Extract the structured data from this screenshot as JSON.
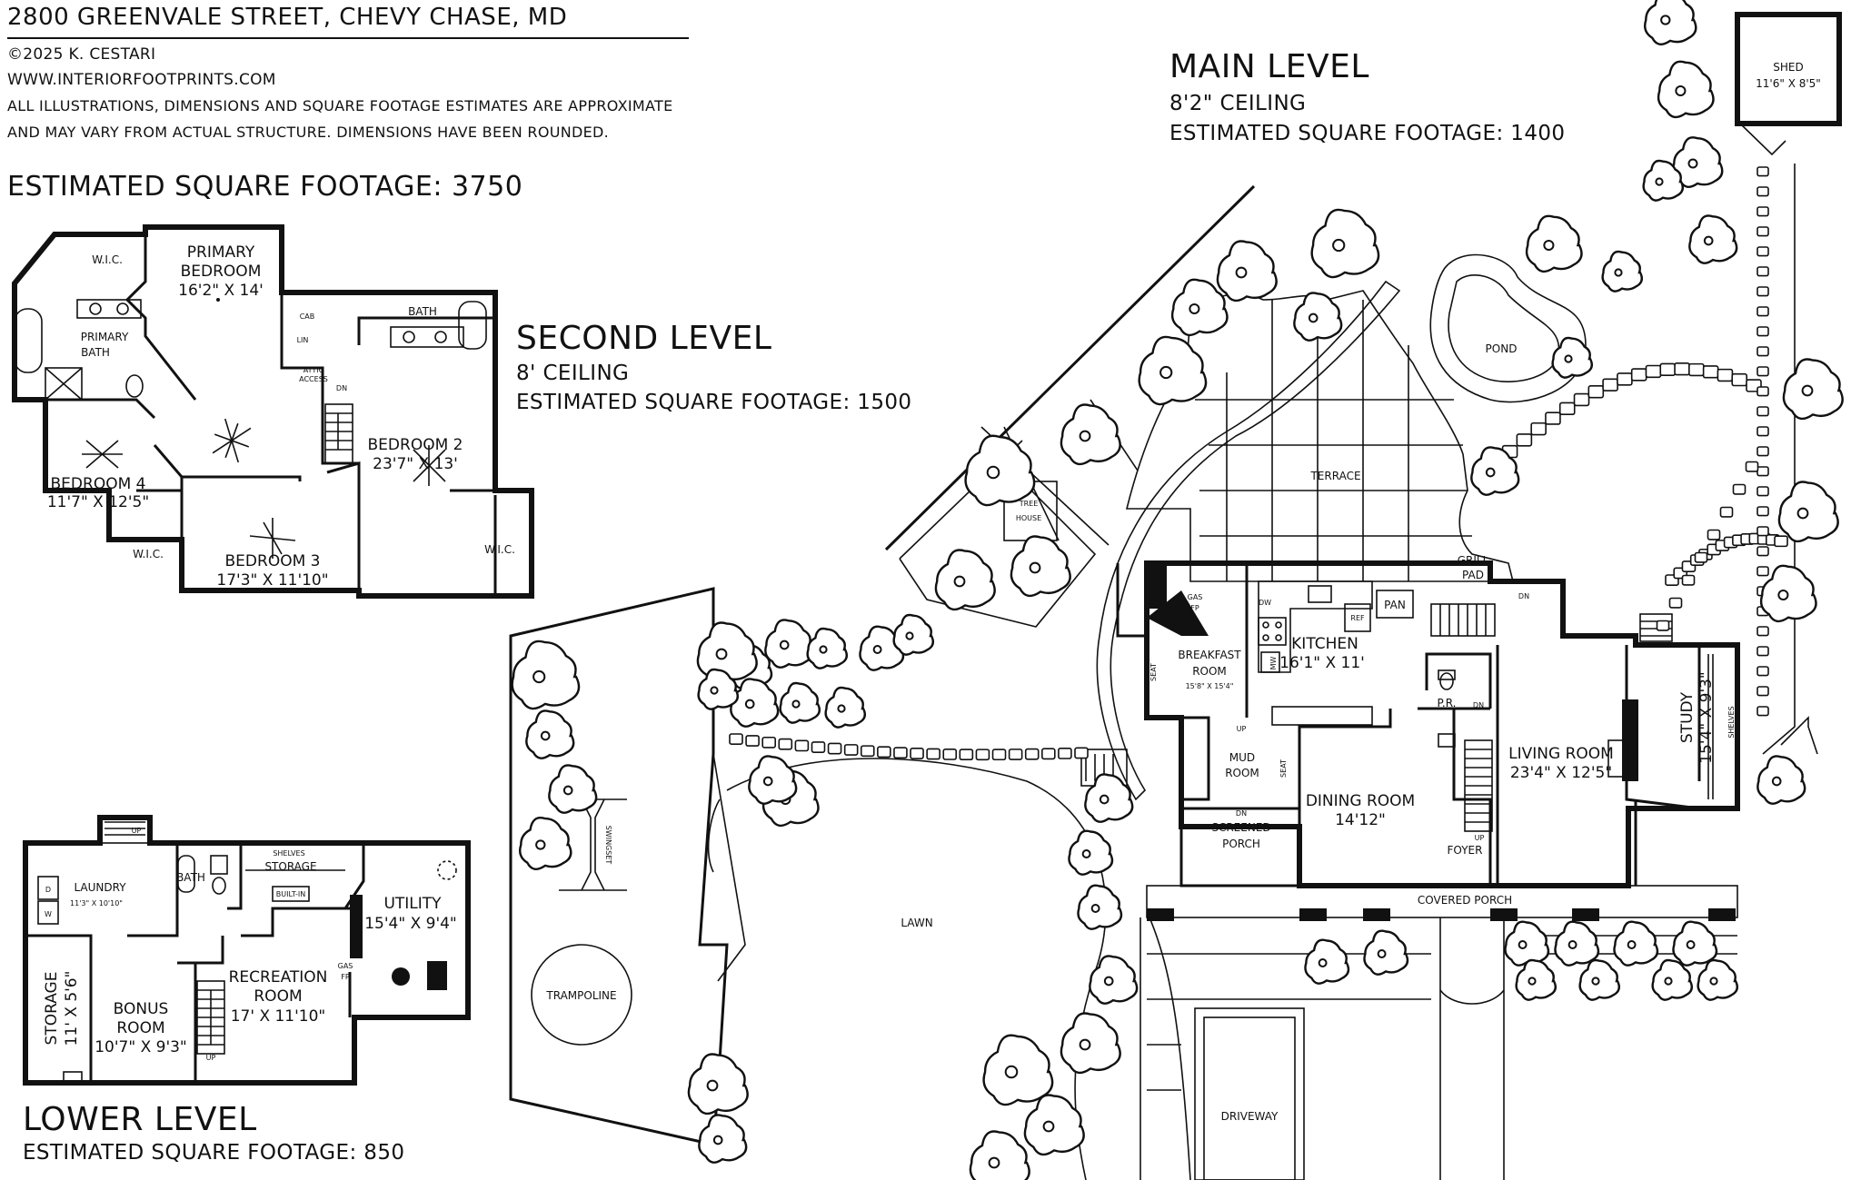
{
  "header": {
    "address": "2800 GREENVALE STREET, CHEVY CHASE, MD",
    "copyright": "©2025 K. CESTARI",
    "website": "WWW.INTERIORFOOTPRINTS.COM",
    "disclaimer_1": "ALL ILLUSTRATIONS, DIMENSIONS AND SQUARE FOOTAGE ESTIMATES ARE APPROXIMATE",
    "disclaimer_2": "AND MAY VARY FROM ACTUAL STRUCTURE. DIMENSIONS HAVE BEEN ROUNDED.",
    "total_sqft": "ESTIMATED SQUARE FOOTAGE: 3750"
  },
  "levels": {
    "main": {
      "title": "MAIN LEVEL",
      "ceiling": "8'2\" CEILING",
      "sqft": "ESTIMATED SQUARE FOOTAGE: 1400"
    },
    "second": {
      "title": "SECOND LEVEL",
      "ceiling": "8' CEILING",
      "sqft": "ESTIMATED SQUARE FOOTAGE: 1500"
    },
    "lower": {
      "title": "LOWER LEVEL",
      "sqft": "ESTIMATED SQUARE FOOTAGE: 850"
    }
  },
  "second_level_rooms": {
    "wic_primary": "W.I.C.",
    "primary_bedroom": "PRIMARY",
    "primary_bedroom_2": "BEDROOM",
    "primary_bedroom_dim": "16'2\" X 14'",
    "primary_bath": "PRIMARY",
    "primary_bath_2": "BATH",
    "bath": "BATH",
    "cab": "CAB",
    "lin": "LIN",
    "attic": "ATTIC",
    "attic_2": "ACCESS",
    "dn": "DN",
    "bedroom2": "BEDROOM 2",
    "bedroom2_dim": "23'7\" X 13'",
    "bedroom4": "BEDROOM 4",
    "bedroom4_dim": "11'7\" X 12'5\"",
    "wic_b3": "W.I.C.",
    "bedroom3": "BEDROOM 3",
    "bedroom3_dim": "17'3\" X 11'10\"",
    "wic_b2": "W.I.C."
  },
  "lower_level_rooms": {
    "up_top": "UP",
    "laundry": "LAUNDRY",
    "laundry_dim": "11'3\" X 10'10\"",
    "d": "D",
    "w": "W",
    "bath": "BATH",
    "shelves": "SHELVES",
    "storage_top": "STORAGE",
    "built_in": "BUILT-IN",
    "utility": "UTILITY",
    "utility_dim": "15'4\" X 9'4\"",
    "gas_fp": "GAS",
    "gas_fp_2": "FP",
    "recreation": "RECREATION",
    "recreation_2": "ROOM",
    "recreation_dim": "17' X 11'10\"",
    "storage_side": "STORAGE",
    "storage_side_dim": "11' X 5'6\"",
    "bonus": "BONUS",
    "bonus_2": "ROOM",
    "bonus_dim": "10'7\" X 9'3\"",
    "up_bottom": "UP"
  },
  "main_level_rooms": {
    "shed": "SHED",
    "shed_dim": "11'6\" X 8'5\"",
    "pond": "POND",
    "terrace": "TERRACE",
    "tree_house": "TREE",
    "tree_house_2": "HOUSE",
    "grill_pad": "GRILL",
    "grill_pad_2": "PAD",
    "dn": "DN",
    "gas_fp": "GAS",
    "gas_fp_2": "FP",
    "dw": "DW",
    "ref": "REF",
    "pan": "PAN",
    "kitchen": "KITCHEN",
    "kitchen_dim": "16'1\" X 11'",
    "breakfast": "BREAKFAST",
    "breakfast_2": "ROOM",
    "breakfast_dim": "15'8\" X 15'4\"",
    "seat1": "SEAT",
    "mw": "MW",
    "pr": "P.R.",
    "dn2": "DN",
    "living": "LIVING ROOM",
    "living_dim": "23'4\" X 12'5\"",
    "fp": "FP",
    "study": "STUDY",
    "study_dim": "15'4\" X 9'3\"",
    "shelves": "SHELVES",
    "up_mud": "UP",
    "mud": "MUD",
    "mud_2": "ROOM",
    "seat2": "SEAT",
    "dining": "DINING ROOM",
    "dining_dim": "14'12\"",
    "up_foyer": "UP",
    "foyer": "FOYER",
    "dn_screen": "DN",
    "screened": "SCREENED",
    "screened_2": "PORCH",
    "covered_porch": "COVERED PORCH",
    "swingset": "SWINGSET",
    "lawn": "LAWN",
    "trampoline": "TRAMPOLINE",
    "driveway": "DRIVEWAY"
  }
}
